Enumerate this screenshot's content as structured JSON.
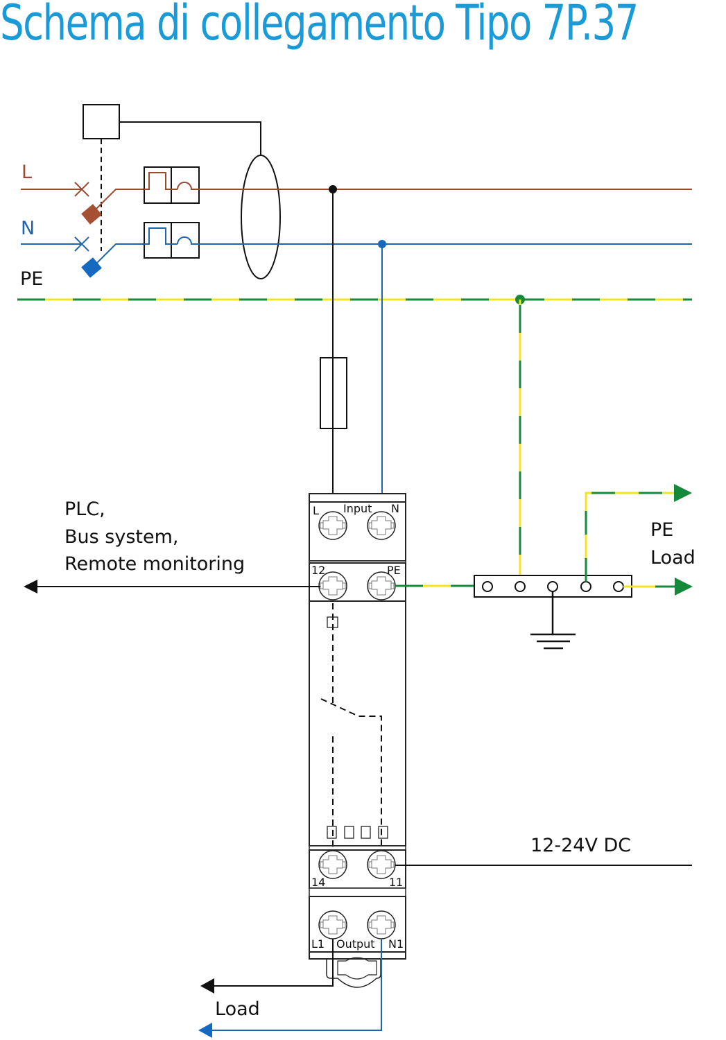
{
  "title": "Schema di collegamento Tipo 7P.37",
  "colors": {
    "title": "#1a9ad6",
    "line_L": "#9b4a2e",
    "line_N": "#1f64ad",
    "pe_green": "#158a3a",
    "pe_yellow": "#f2e422",
    "wire": "#111111"
  },
  "lines": {
    "L": "L",
    "N": "N",
    "PE": "PE"
  },
  "device": {
    "input_label": "Input",
    "input_L": "L",
    "input_N": "N",
    "term_12": "12",
    "term_PE": "PE",
    "term_14": "14",
    "term_11": "11",
    "output_label": "Output",
    "output_L1": "L1",
    "output_N1": "N1"
  },
  "labels": {
    "plc_line1": "PLC,",
    "plc_line2": "Bus system,",
    "plc_line3": "Remote monitoring",
    "pe_load_line1": "PE",
    "pe_load_line2": "Load",
    "dc_supply": "12-24V DC",
    "load": "Load"
  }
}
